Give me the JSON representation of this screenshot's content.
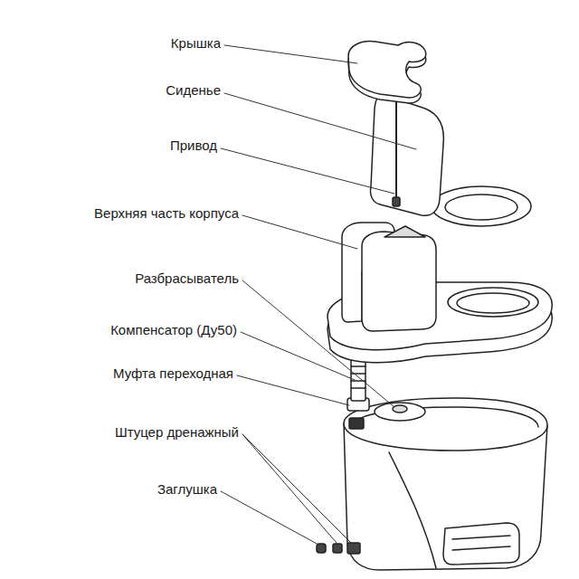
{
  "diagram": {
    "labels": [
      "Крышка",
      "Сиденье",
      "Привод",
      "Верхняя часть корпуса",
      "Разбрасыватель",
      "Компенсатор (Ду50)",
      "Муфта переходная",
      "Штуцер дренажный",
      "Заглушка"
    ]
  }
}
